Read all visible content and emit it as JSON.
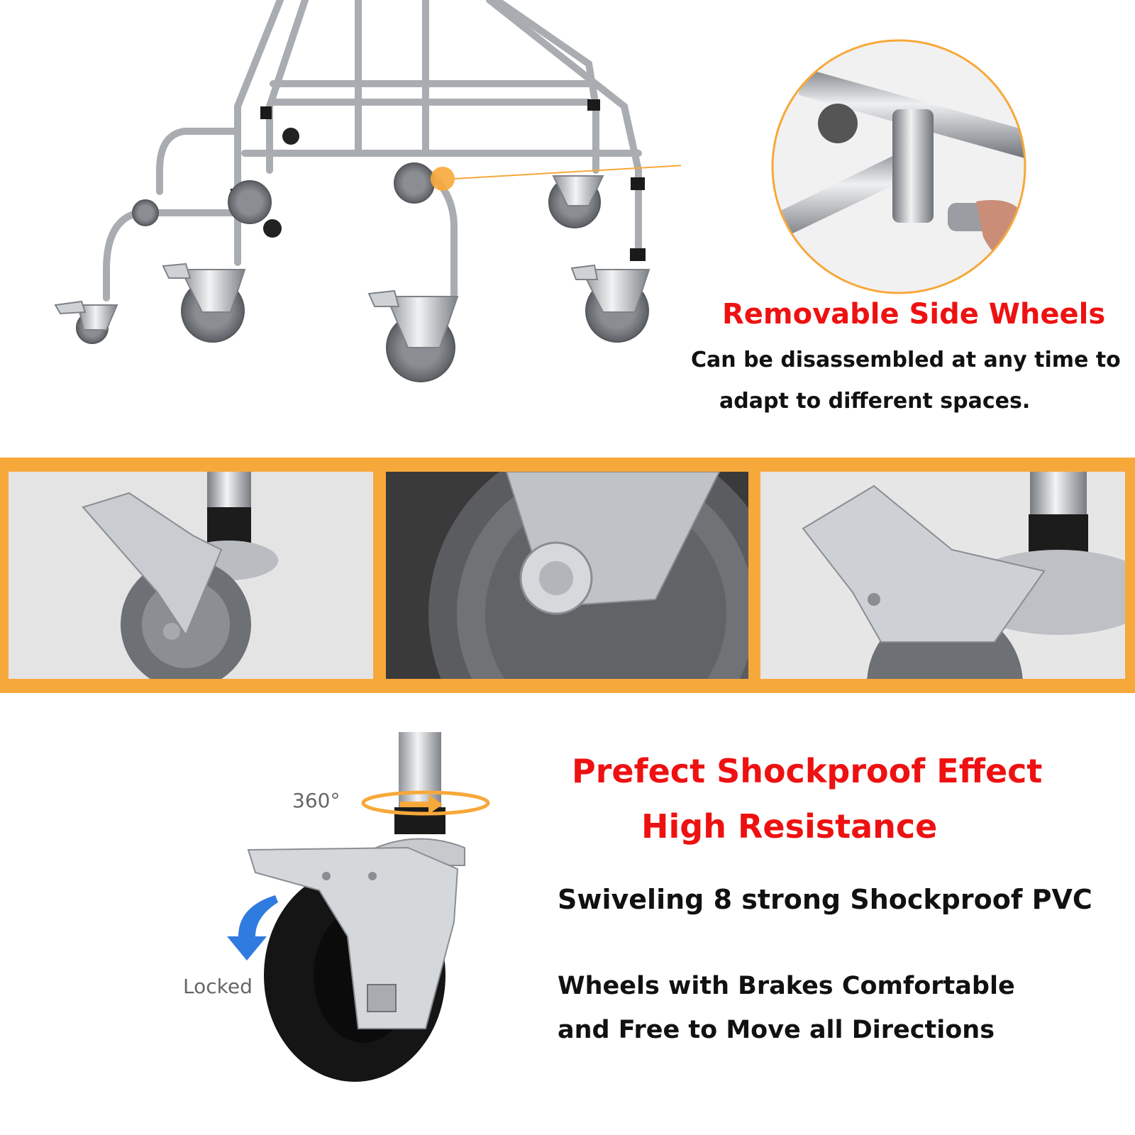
{
  "top_section": {
    "title": "Removable Side Wheels",
    "description_line_1": "Can be disassembled at any time to",
    "description_line_2": "adapt to different spaces."
  },
  "bottom_section": {
    "title_line_1": "Prefect Shockproof Effect",
    "title_line_2": "High Resistance",
    "description_1": "Swiveling 8 strong Shockproof PVC",
    "description_2_line_1": "Wheels with Brakes Comfortable",
    "description_2_line_2": "and Free to Move all Directions",
    "rotation_label": "360°",
    "locked_label": "Locked"
  },
  "colors": {
    "accent_orange": "#f7a83a",
    "title_red": "#ee1111",
    "text_black": "#111111",
    "label_gray": "#666666",
    "arrow_blue": "#2f7be0"
  },
  "icons": {
    "rotation": "rotation-ring-arrow-icon",
    "lock": "curved-down-arrow-icon"
  }
}
